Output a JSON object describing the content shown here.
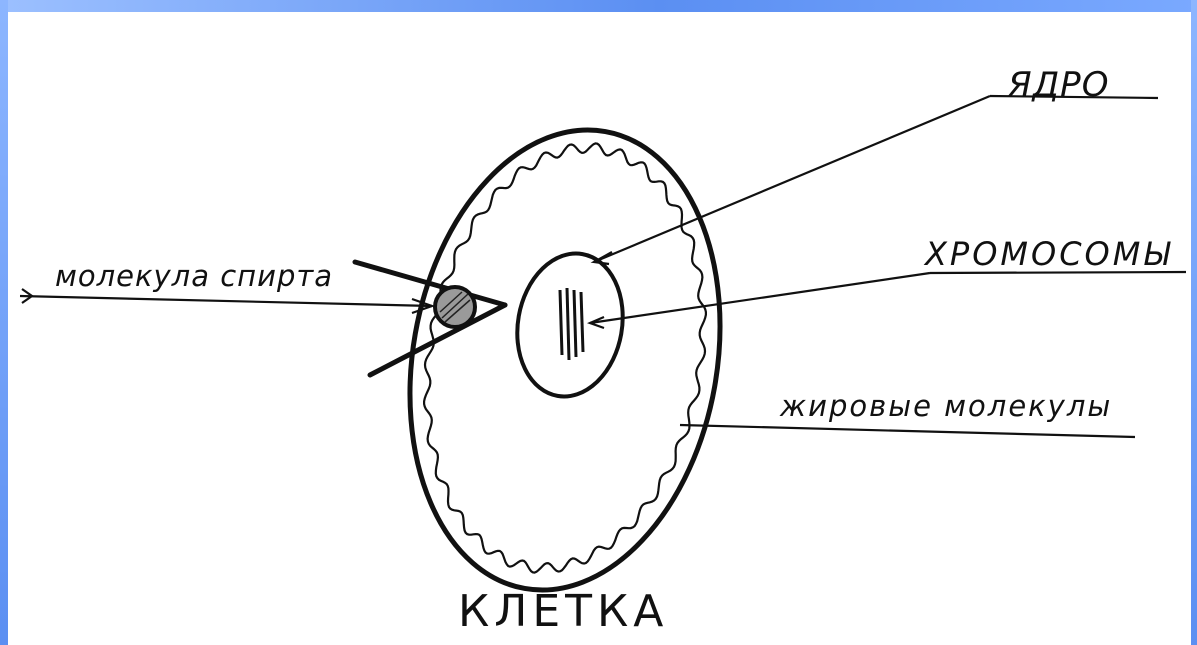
{
  "labels": {
    "nucleus": "ЯДРО",
    "chromosomes": "ХРОМОСОМЫ",
    "fat_molecules": "жировые молекулы",
    "alcohol_molecule": "молекула спирта",
    "cell": "КЛЕТКА"
  },
  "colors": {
    "frame_accent": "#5b8ff2",
    "ink": "#111111"
  }
}
